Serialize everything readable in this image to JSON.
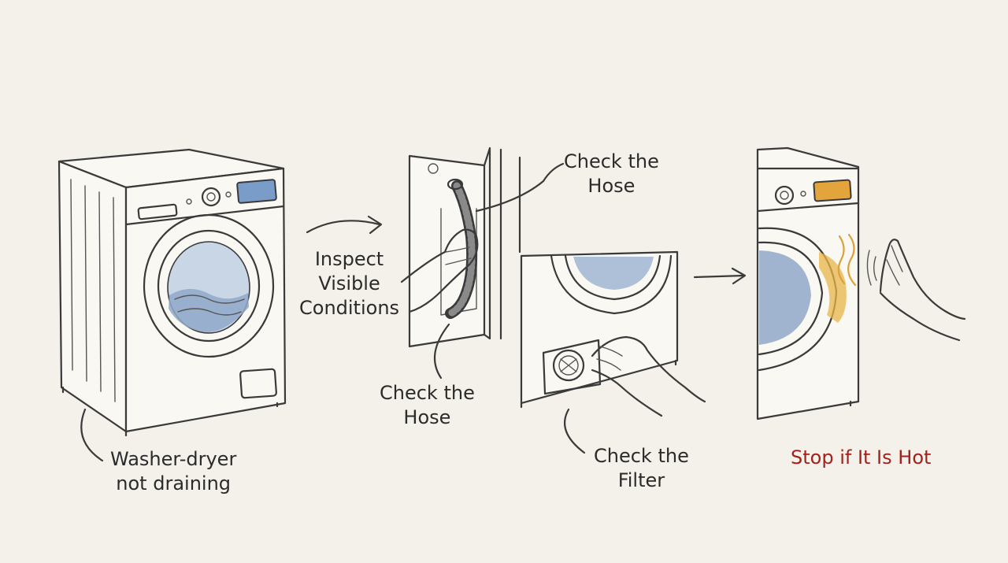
{
  "labels": {
    "start": [
      "Washer-dryer",
      "not draining"
    ],
    "inspect": [
      "Inspect",
      "Visible",
      "Conditions"
    ],
    "hose_top": [
      "Check the",
      "Hose"
    ],
    "hose_bottom": [
      "Check the",
      "Hose"
    ],
    "filter": [
      "Check the",
      "Filter"
    ],
    "stop": "Stop if It Is Hot"
  },
  "colors": {
    "ink": "#3a3a3a",
    "background": "#f4f1ea",
    "water": "#8fa8c8",
    "display_blue": "#7a9cc9",
    "display_orange": "#e3a43c",
    "heat": "#e8b54a",
    "warning_text": "#a3201b"
  },
  "icons": [
    "washer-dryer-icon",
    "drain-hose-icon",
    "filter-cap-icon",
    "hand-icon",
    "heat-waves-icon",
    "arrow-icon"
  ]
}
